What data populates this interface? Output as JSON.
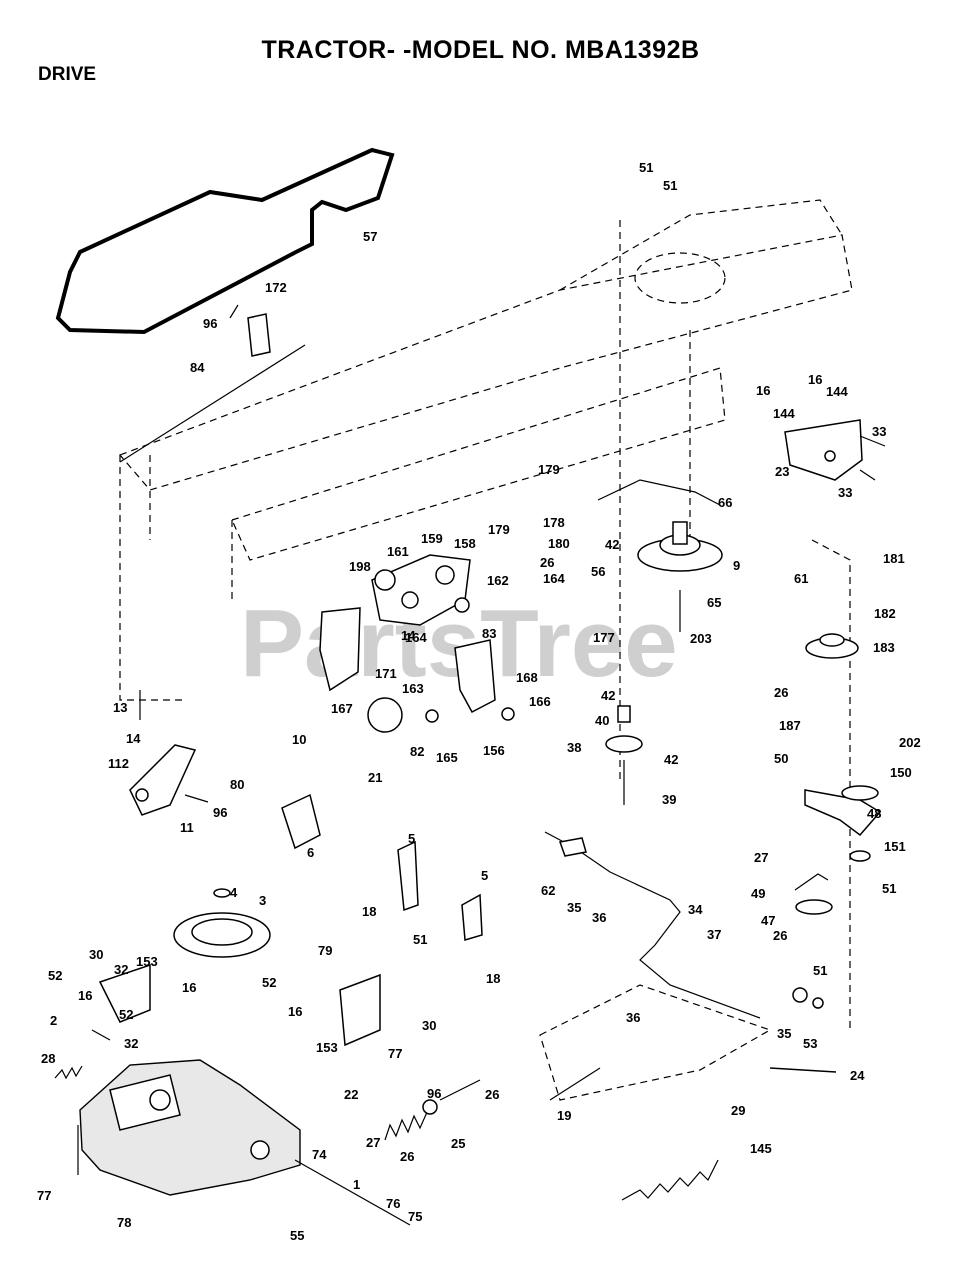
{
  "title": "TRACTOR- -MODEL NO. MBA1392B",
  "section": "DRIVE",
  "watermark": "PartsTree",
  "callouts": [
    "51",
    "51",
    "57",
    "172",
    "96",
    "84",
    "16",
    "16",
    "144",
    "144",
    "33",
    "23",
    "33",
    "179",
    "178",
    "179",
    "180",
    "26",
    "164",
    "66",
    "42",
    "56",
    "9",
    "61",
    "181",
    "159",
    "158",
    "161",
    "198",
    "162",
    "65",
    "203",
    "182",
    "83",
    "177",
    "183",
    "14",
    "164",
    "171",
    "163",
    "167",
    "168",
    "166",
    "42",
    "40",
    "26",
    "187",
    "13",
    "14",
    "112",
    "80",
    "96",
    "11",
    "21",
    "82",
    "165",
    "156",
    "38",
    "42",
    "39",
    "50",
    "202",
    "150",
    "48",
    "10",
    "6",
    "4",
    "3",
    "5",
    "5",
    "62",
    "35",
    "36",
    "34",
    "27",
    "151",
    "49",
    "51",
    "47",
    "26",
    "37",
    "51",
    "18",
    "51",
    "18",
    "32",
    "30",
    "153",
    "52",
    "16",
    "52",
    "79",
    "52",
    "16",
    "16",
    "32",
    "30",
    "153",
    "77",
    "2",
    "28",
    "36",
    "35",
    "53",
    "24",
    "96",
    "22",
    "26",
    "29",
    "19",
    "25",
    "26",
    "27",
    "145",
    "77",
    "74",
    "1",
    "78",
    "76",
    "75",
    "55"
  ]
}
